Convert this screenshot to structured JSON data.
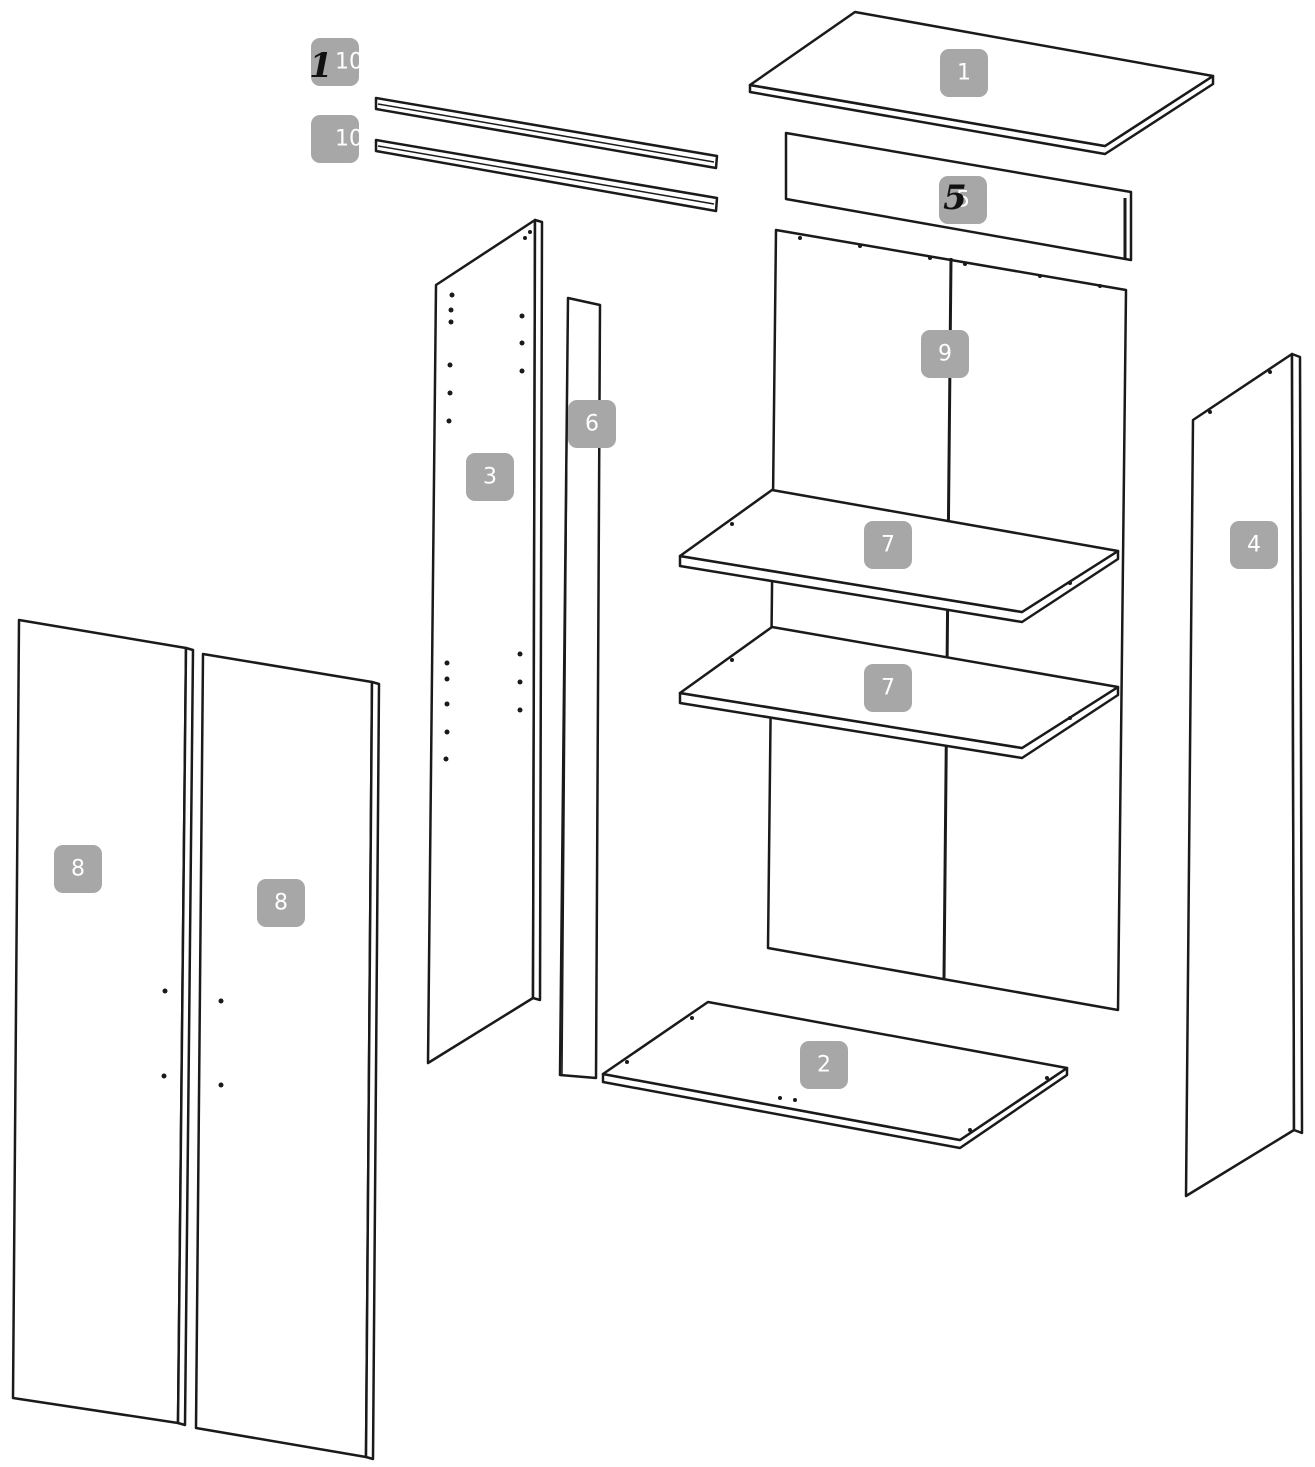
{
  "diagram": {
    "parts": [
      {
        "id": "top-panel",
        "label": "1"
      },
      {
        "id": "bottom-panel",
        "label": "2"
      },
      {
        "id": "left-side-panel",
        "label": "3"
      },
      {
        "id": "right-side-panel",
        "label": "4"
      },
      {
        "id": "top-rail",
        "label": "5"
      },
      {
        "id": "center-divider",
        "label": "6"
      },
      {
        "id": "shelf-upper",
        "label": "7"
      },
      {
        "id": "shelf-lower",
        "label": "7"
      },
      {
        "id": "door-left",
        "label": "8"
      },
      {
        "id": "door-right",
        "label": "8"
      },
      {
        "id": "back-panel",
        "label": "9"
      },
      {
        "id": "hanging-rod-upper",
        "label": "10"
      },
      {
        "id": "hanging-rod-lower",
        "label": "10"
      }
    ],
    "overprints": [
      {
        "id": "rod-overprint",
        "text": "1"
      },
      {
        "id": "rail-overprint",
        "text": "5"
      }
    ],
    "colors": {
      "line": "#1a1a1a",
      "badge": "#a7a7a7",
      "badge_text": "#ffffff",
      "background": "#ffffff"
    }
  }
}
